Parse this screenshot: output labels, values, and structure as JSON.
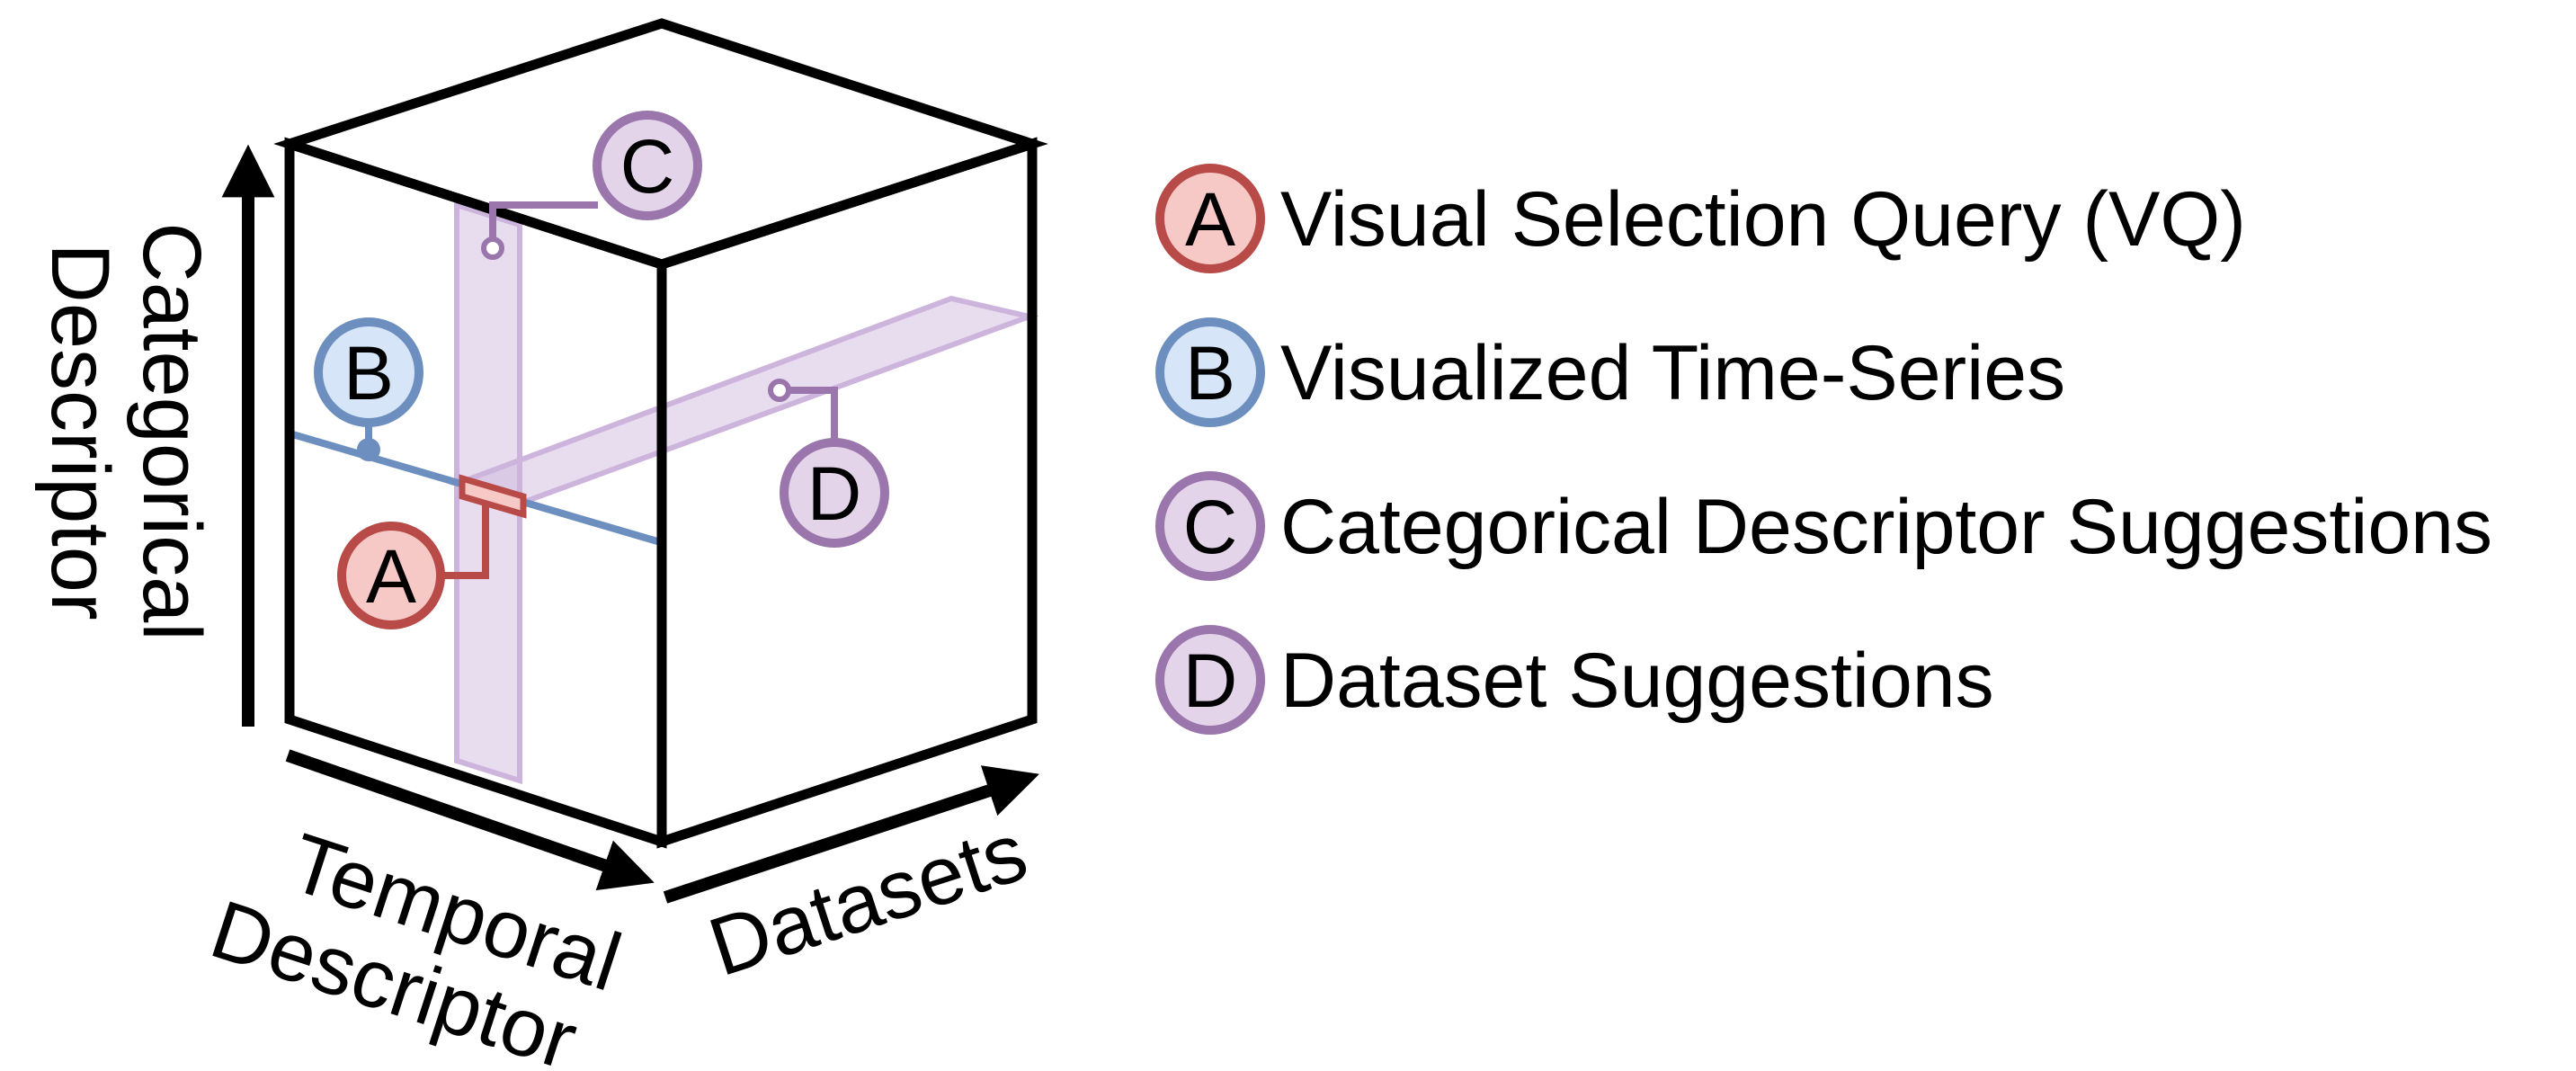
{
  "axes": {
    "categorical": {
      "line1": "Categorical",
      "line2": "Descriptor"
    },
    "temporal": {
      "line1": "Temporal",
      "line2": "Descriptor"
    },
    "datasets": "Datasets"
  },
  "markers": {
    "a": {
      "letter": "A"
    },
    "b": {
      "letter": "B"
    },
    "c": {
      "letter": "C"
    },
    "d": {
      "letter": "D"
    }
  },
  "legend": [
    {
      "letter": "A",
      "label": "Visual Selection Query (VQ)",
      "fill": "#f6c9c7",
      "stroke": "#b84a47"
    },
    {
      "letter": "B",
      "label": "Visualized Time-Series",
      "fill": "#d6e6f8",
      "stroke": "#6d8fc0"
    },
    {
      "letter": "C",
      "label": "Categorical Descriptor Suggestions",
      "fill": "#e4d4ea",
      "stroke": "#9a76ad"
    },
    {
      "letter": "D",
      "label": "Dataset Suggestions",
      "fill": "#e4d4ea",
      "stroke": "#9a76ad"
    }
  ],
  "colors": {
    "red": "#b84a47",
    "red_fill": "#f6c9c7",
    "blue": "#6d8fc0",
    "blue_fill": "#d6e6f8",
    "purple": "#9a76ad",
    "purple_fill": "#e4d4ea",
    "band": "#cdb4dc"
  }
}
